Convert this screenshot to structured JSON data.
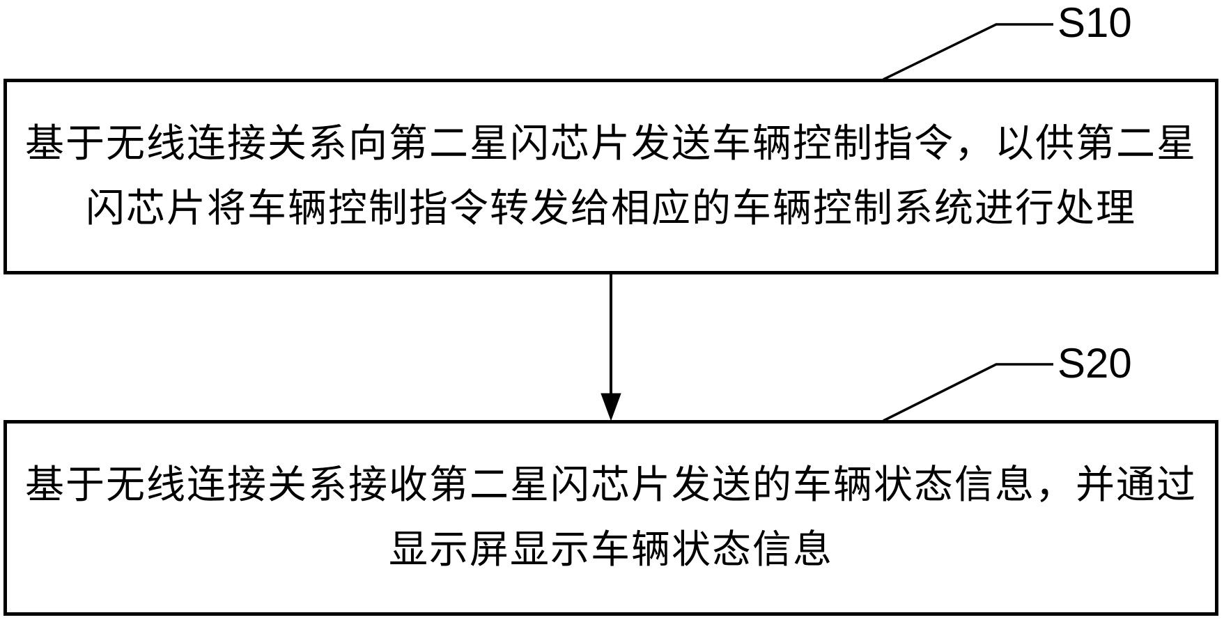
{
  "figure": {
    "type": "flowchart",
    "background_color": "#ffffff",
    "stroke_color": "#000000",
    "steps": [
      {
        "label": "S10",
        "text_line1": "基于无线连接关系向第二星闪芯片发送车辆控制指令，以供第二星",
        "text_line2": "闪芯片将车辆控制指令转发给相应的车辆控制系统进行处理"
      },
      {
        "label": "S20",
        "text_line1": "基于无线连接关系接收第二星闪芯片发送的车辆状态信息，并通过",
        "text_line2": "显示屏显示车辆状态信息"
      }
    ],
    "connector": {
      "description": "arrow from step S10 box down to step S20 box"
    }
  }
}
